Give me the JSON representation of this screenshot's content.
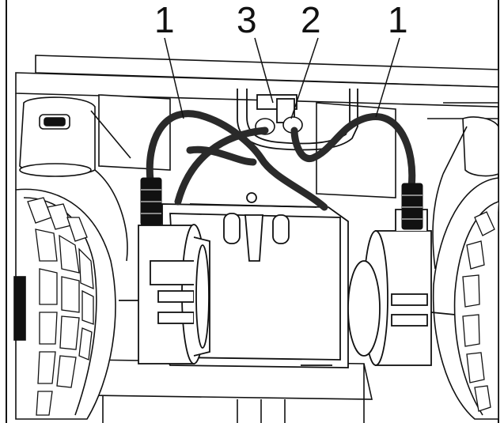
{
  "callouts": {
    "left_cable": "1",
    "bracket": "3",
    "connector": "2",
    "right_cable": "1"
  },
  "colors": {
    "line": "#111111",
    "cable": "#2a2a2a",
    "background": "#ffffff"
  }
}
